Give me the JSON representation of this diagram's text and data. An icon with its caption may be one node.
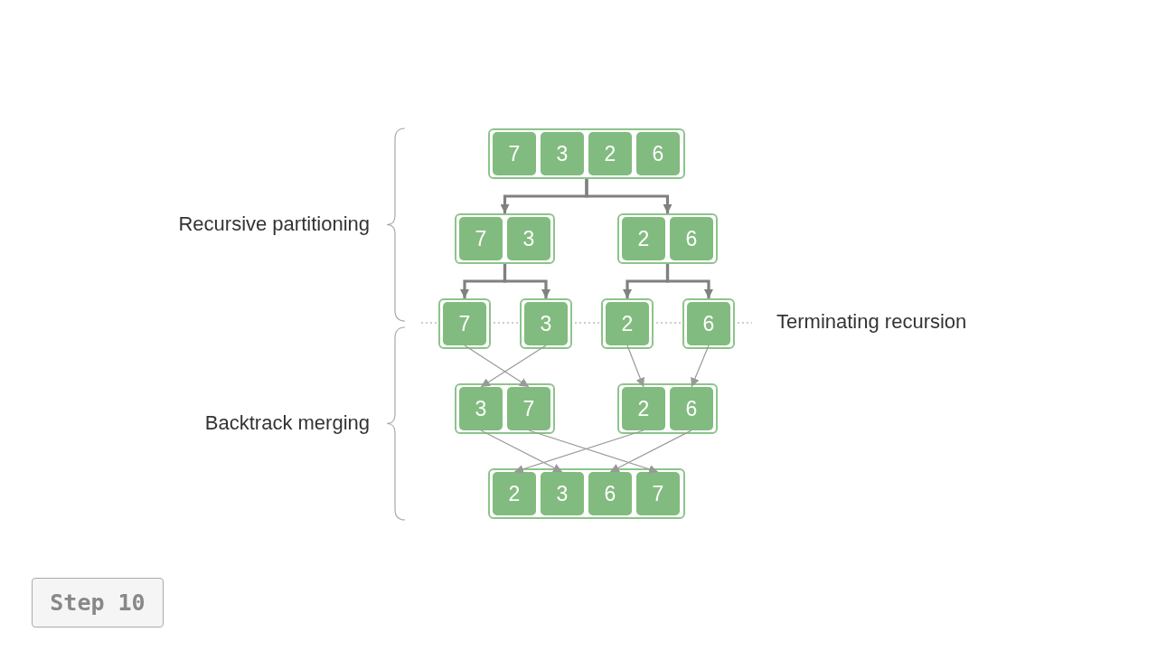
{
  "diagram": {
    "nodes": [
      {
        "text": [],
        "shape": "box"
      },
      {
        "text": [
          "7"
        ],
        "in": 0
      },
      {
        "text": [
          "3"
        ],
        "in": 0
      },
      {
        "text": [
          "2"
        ],
        "in": 0
      },
      {
        "text": [
          "6"
        ],
        "in": 0
      },
      {
        "text": [],
        "shape": "box"
      },
      {
        "text": [
          "7"
        ],
        "in": 5
      },
      {
        "text": [
          "3"
        ],
        "in": 5
      },
      {
        "text": [],
        "shape": "box"
      },
      {
        "text": [
          "2"
        ],
        "in": 8
      },
      {
        "text": [
          "6"
        ],
        "in": 8
      },
      {
        "text": [],
        "shape": "box"
      },
      {
        "text": [
          "7"
        ],
        "in": 11
      },
      {
        "text": [],
        "shape": "box"
      },
      {
        "text": [
          "3"
        ],
        "in": 13
      },
      {
        "text": [],
        "shape": "box"
      },
      {
        "text": [
          "2"
        ],
        "in": 15
      },
      {
        "text": [],
        "shape": "box"
      },
      {
        "text": [
          "6"
        ],
        "in": 17
      },
      {
        "text": [],
        "shape": "box"
      },
      {
        "text": [
          "3"
        ],
        "in": 19
      },
      {
        "text": [
          "7"
        ],
        "in": 19
      },
      {
        "text": [],
        "shape": "box"
      },
      {
        "text": [
          "2"
        ],
        "in": 22
      },
      {
        "text": [
          "6"
        ],
        "in": 22
      },
      {
        "text": [],
        "shape": "box"
      },
      {
        "text": [
          "2"
        ],
        "in": 25
      },
      {
        "text": [
          "3"
        ],
        "in": 25
      },
      {
        "text": [
          "6"
        ],
        "in": 25
      },
      {
        "text": [
          "7"
        ],
        "in": 25
      },
      {
        "text": [
          "Step 10"
        ]
      }
    ],
    "edges": [
      {
        "from": 0,
        "to": 5,
        "arrow": "to",
        "style": "thick"
      },
      {
        "from": 0,
        "to": 8,
        "arrow": "to",
        "style": "thick"
      },
      {
        "from": 5,
        "to": 11,
        "arrow": "to",
        "style": "thick"
      },
      {
        "from": 5,
        "to": 13,
        "arrow": "to",
        "style": "thick"
      },
      {
        "from": 8,
        "to": 15,
        "arrow": "to",
        "style": "thick"
      },
      {
        "from": 8,
        "to": 17,
        "arrow": "to",
        "style": "thick"
      },
      {
        "from": 12,
        "to": 21,
        "arrow": "to"
      },
      {
        "from": 14,
        "to": 20,
        "arrow": "to"
      },
      {
        "from": 16,
        "to": 23,
        "arrow": "to"
      },
      {
        "from": 18,
        "to": 24,
        "arrow": "to"
      },
      {
        "from": 20,
        "to": 27,
        "arrow": "to"
      },
      {
        "from": 21,
        "to": 29,
        "arrow": "to"
      },
      {
        "from": 23,
        "to": 26,
        "arrow": "to"
      },
      {
        "from": 24,
        "to": 28,
        "arrow": "to"
      }
    ],
    "labels": [
      "Recursive partitioning",
      "Terminating recursion",
      "Backtrack merging"
    ]
  }
}
